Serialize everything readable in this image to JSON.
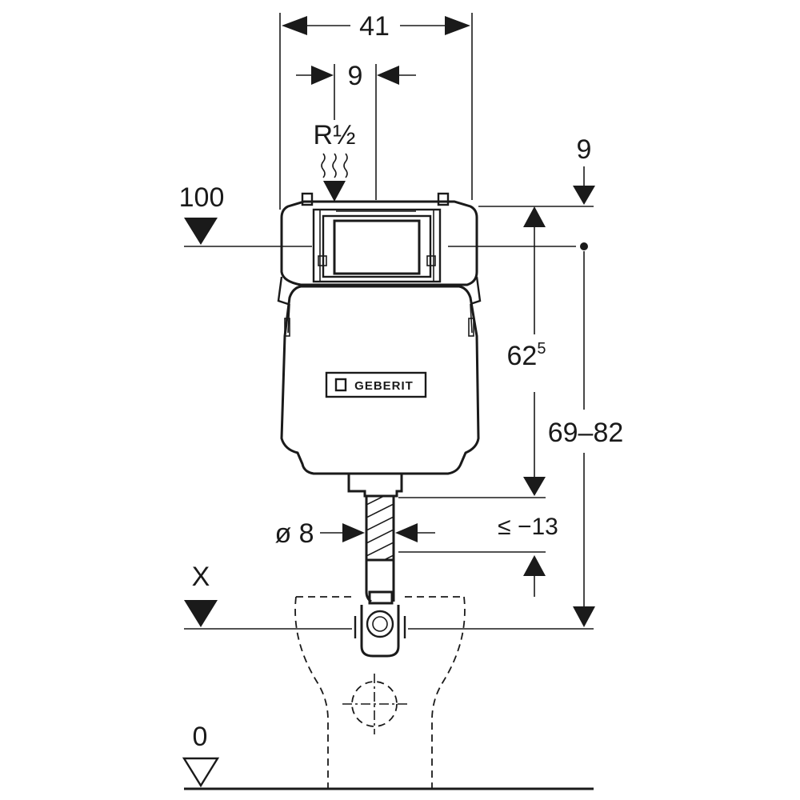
{
  "dimensions": {
    "width_total": "41",
    "offset_top": "9",
    "connection": "R½",
    "top_gap": "9",
    "level_100": "100",
    "height_main": "62",
    "height_main_sup": "5",
    "height_range": "69–82",
    "pipe_diameter": "ø 8",
    "pipe_offset": "≤ −13",
    "level_x": "X",
    "floor_level": "0"
  },
  "brand": {
    "name": "GEBERIT"
  },
  "colors": {
    "line": "#1a1a1a",
    "background": "#ffffff"
  }
}
